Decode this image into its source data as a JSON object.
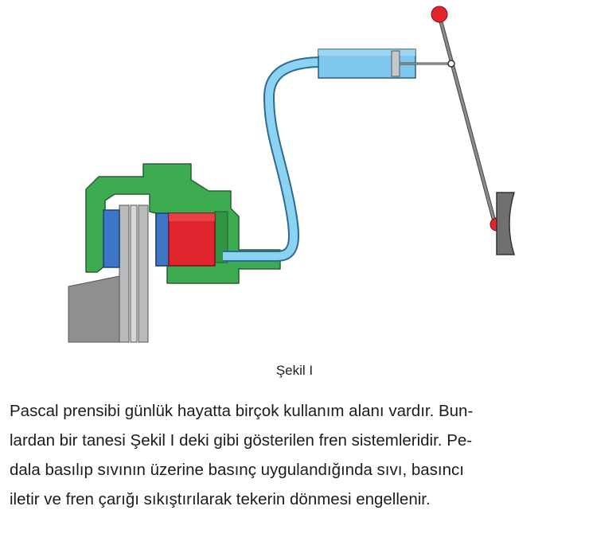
{
  "figure": {
    "caption": "Şekil I",
    "colors": {
      "caliper_green": "#3dab4f",
      "fluid_blue": "#8cd3f2",
      "piston_red": "#e0252e",
      "pad_blue": "#3d76c8",
      "disc_gray": "#a9abad",
      "pedal_gray": "#6f7072",
      "knob_red": "#e0252e"
    },
    "parts": [
      "brake-caliper",
      "brake-pad-left",
      "brake-pad-right",
      "caliper-piston",
      "brake-disc",
      "hydraulic-line",
      "master-cylinder",
      "push-rod",
      "brake-lever",
      "pedal"
    ]
  },
  "text": {
    "lines": [
      "Pascal prensibi günlük hayatta birçok kullanım alanı vardır. Bun-",
      "lardan bir tanesi Şekil I deki gibi gösterilen fren sistemleridir. Pe-",
      "dala basılıp sıvının üzerine basınç uygulandığında sıvı, basıncı",
      "iletir ve fren çarığı sıkıştırılarak tekerin dönmesi engellenir."
    ]
  }
}
